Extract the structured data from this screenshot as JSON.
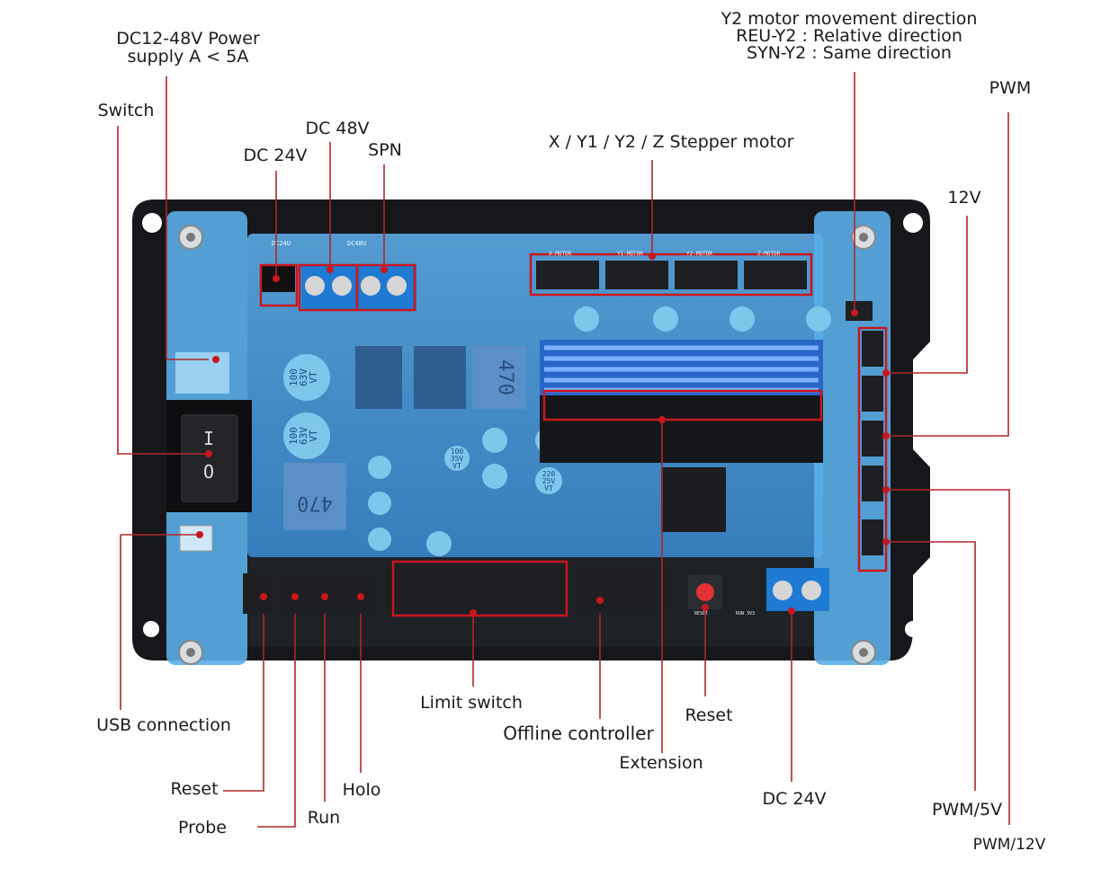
{
  "labels": {
    "power": "DC12-48V Power\nsupply A < 5A",
    "switch": "Switch",
    "dc24v_top": "DC 24V",
    "dc48v": "DC 48V",
    "spn": "SPN",
    "stepper": "X / Y1 / Y2 / Z Stepper motor",
    "y2dir": "Y2 motor movement direction\nREU-Y2 : Relative direction\nSYN-Y2 : Same direction",
    "pwm": "PWM",
    "v12": "12V",
    "usb": "USB connection",
    "limit": "Limit switch",
    "offline": "Offline controller",
    "reset_right": "Reset",
    "extension": "Extension",
    "dc24v_bottom": "DC 24V",
    "pwm5v": "PWM/5V",
    "pwm12v": "PWM/12V",
    "reset_left": "Reset",
    "holo": "Holo",
    "probe": "Probe",
    "run": "Run"
  },
  "board_marks": {
    "cap1": [
      "100",
      "63V",
      "VT"
    ],
    "cap2": [
      "100",
      "63V",
      "VT"
    ],
    "cap3": [
      "100",
      "35V",
      "VT"
    ],
    "cap4": [
      "220",
      "25V",
      "VT"
    ],
    "inductor1": "470",
    "inductor2": "470",
    "switch_on": "I",
    "switch_off": "O",
    "motor_headers": [
      "X-MOTOR",
      "Y1-MOTOR",
      "Y2-MOTOR",
      "Z-MOTOR"
    ],
    "dc24u": "DC24U",
    "dc48u": "DC48U",
    "reset_mark": "RESET",
    "run_mark": "RUN 3V3"
  },
  "colors": {
    "board_base": "#1b1d22",
    "overlay_blue": "#4aa3e8",
    "highlight_red": "#c8171d",
    "leader_line": "#b0262a",
    "connector_white": "#e6ebef",
    "heatsink_blue": "#3f7fe3"
  }
}
